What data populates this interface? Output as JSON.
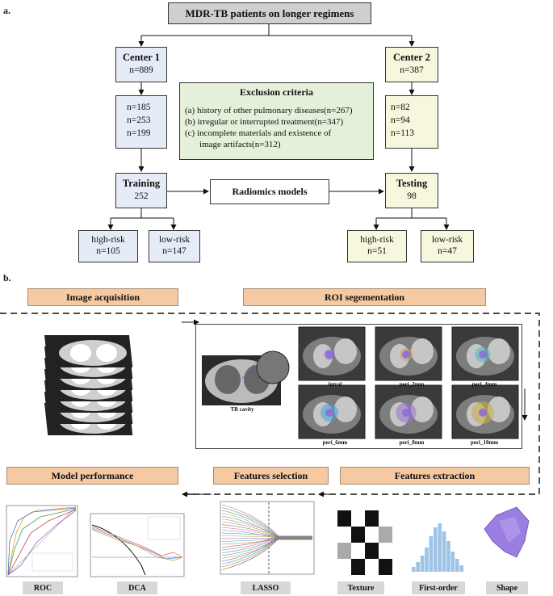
{
  "panel_a_label": "a.",
  "panel_b_label": "b.",
  "top_box": "MDR-TB patients on longer regimens",
  "center1": {
    "title": "Center 1",
    "n": "n=889",
    "filters": [
      "n=185",
      "n=253",
      "n=199"
    ]
  },
  "center2": {
    "title": "Center 2",
    "n": "n=387",
    "filters": [
      "n=82",
      "n=94",
      "n=113"
    ]
  },
  "exclusion": {
    "title": "Exclusion criteria",
    "items": [
      "(a) history of other pulmonary diseases(n=267)",
      "(b) irregular or interrupted treatment(n=347)",
      "(c) incomplete materials and existence of",
      "image artifacts(n=312)"
    ]
  },
  "training": {
    "title": "Training",
    "n": "252"
  },
  "testing": {
    "title": "Testing",
    "n": "98"
  },
  "radiomics": "Radiomics models",
  "train_high": {
    "label": "high-risk",
    "n": "n=105"
  },
  "train_low": {
    "label": "low-risk",
    "n": "n=147"
  },
  "test_high": {
    "label": "high-risk",
    "n": "n=51"
  },
  "test_low": {
    "label": "low-risk",
    "n": "n=47"
  },
  "steps": {
    "image_acquisition": "Image acquisition",
    "roi_segmentation": "ROI segementation",
    "model_performance": "Model performance",
    "features_selection": "Features selection",
    "features_extraction": "Features extraction"
  },
  "roi_labels": [
    "intral",
    "peri_2mm",
    "peri_4mm",
    "peri_6mm",
    "peri_8mm",
    "peri_10mm"
  ],
  "tb_cavity": "TB cavity",
  "bottom_tags": {
    "roc": "ROC",
    "dca": "DCA",
    "lasso": "LASSO",
    "texture": "Texture",
    "first_order": "First-order",
    "shape": "Shape"
  },
  "colors": {
    "blue_box": "#e6ecf7",
    "cream_box": "#f6f7dc",
    "green_box": "#e4f0da",
    "step_box": "#f5c9a1",
    "histogram": "#9dc3e6",
    "shape": "#9b7fe0"
  }
}
